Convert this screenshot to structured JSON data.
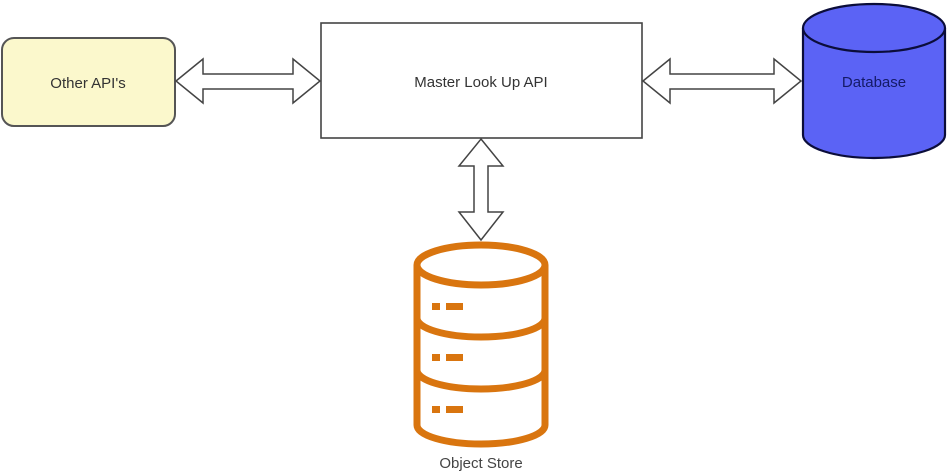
{
  "diagram": {
    "nodes": {
      "other_apis": {
        "label": "Other API's",
        "fill": "#fbf8cc",
        "stroke": "#555555"
      },
      "master_api": {
        "label": "Master Look Up API",
        "fill": "#ffffff",
        "stroke": "#444444"
      },
      "database": {
        "label": "Database",
        "fill": "#5b63f5",
        "stroke": "#0b0d3a",
        "text_color": "#141a66"
      },
      "object_store": {
        "label": "Object Store",
        "stroke": "#d9750f"
      }
    },
    "edges": [
      {
        "from": "other_apis",
        "to": "master_api",
        "type": "bidirectional"
      },
      {
        "from": "master_api",
        "to": "database",
        "type": "bidirectional"
      },
      {
        "from": "master_api",
        "to": "object_store",
        "type": "bidirectional"
      }
    ]
  }
}
